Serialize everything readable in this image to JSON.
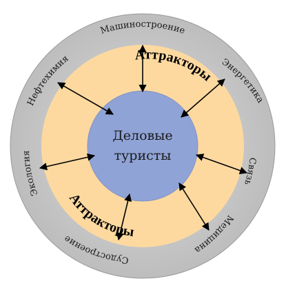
{
  "center": {
    "line1": "Деловые",
    "line2": "туристы",
    "color": "#8FA3D6"
  },
  "ring": {
    "label_top": "Аттракторы",
    "label_bottom": "Аттракторы",
    "color": "#FDD9A0"
  },
  "outer": {
    "color": "#C8C8C8"
  },
  "sectors": {
    "mashinostroenie": "Машиностроение",
    "energetika": "Энергетика",
    "svyaz": "Связь",
    "medicina": "Медицина",
    "sudostroenie": "Судостроение",
    "ekologiya": "Экология",
    "neftehimiya": "Нефтехимия"
  }
}
